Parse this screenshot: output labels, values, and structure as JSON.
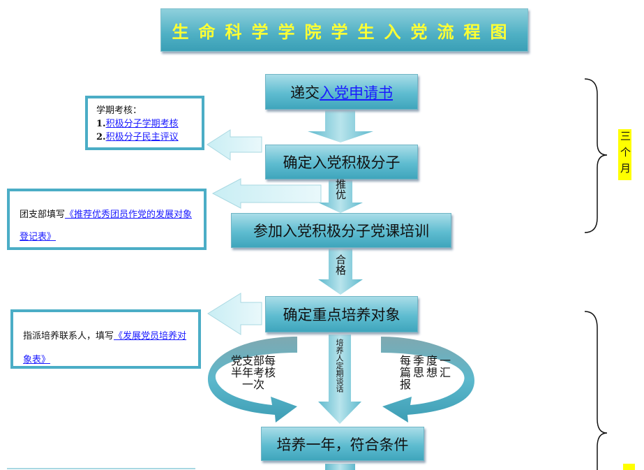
{
  "title": "生命科学学院学生入党流程图",
  "steps": {
    "s1_prefix": "递交",
    "s1_link": "入党申请书",
    "s2": "确定入党积极分子",
    "s3": "参加入党积极分子党课培训",
    "s4": "确定重点培养对象",
    "s5": "培养一年，符合条件"
  },
  "arrow_labels": {
    "a2": "推优",
    "a3": "合格",
    "a4": "培养人定期谈话"
  },
  "side_boxes": {
    "b1": {
      "heading": "学期考核：",
      "item1_num": "1.",
      "item1": "积极分子学期考核",
      "item2_num": "2.",
      "item2": "积极分子民主评议"
    },
    "b2": {
      "prefix": "团支部填写",
      "link": "《推荐优秀团员作党的发展对象登记表》"
    },
    "b3": {
      "prefix": "指派培养联系人，填写",
      "link": "《发展党员培养对象表》"
    }
  },
  "curved": {
    "left": "党支部每半年考核一次",
    "right": "每季度一篇思想汇报"
  },
  "brace_label": "三个月",
  "colors": {
    "accent": "#4badc6",
    "title_text": "#ffff33",
    "link": "#1a1aff"
  }
}
